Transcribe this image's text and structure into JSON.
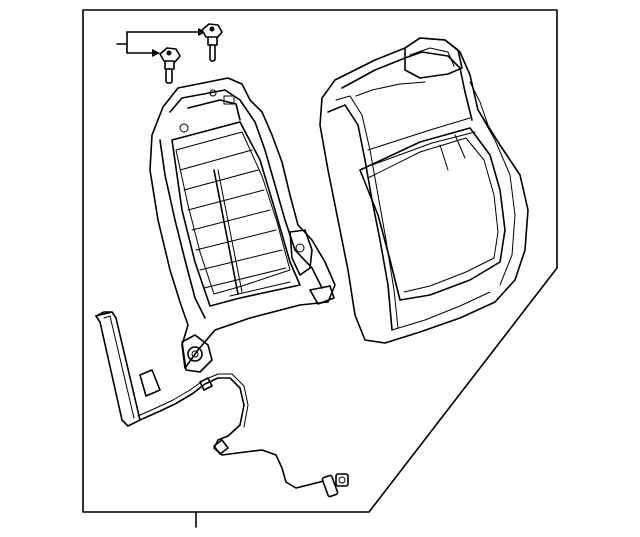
{
  "diagram": {
    "kind": "exploded parts diagram",
    "parts": [
      {
        "id": "bolts",
        "icon": "bolt-icon"
      },
      {
        "id": "seat-back-frame",
        "icon": "frame-icon"
      },
      {
        "id": "seat-back-cushion",
        "icon": "cushion-icon"
      },
      {
        "id": "side-airbag-module",
        "icon": "airbag-icon"
      },
      {
        "id": "wire-harness",
        "icon": "harness-icon"
      }
    ],
    "colors": {
      "line": "#000000",
      "background": "#ffffff"
    }
  }
}
